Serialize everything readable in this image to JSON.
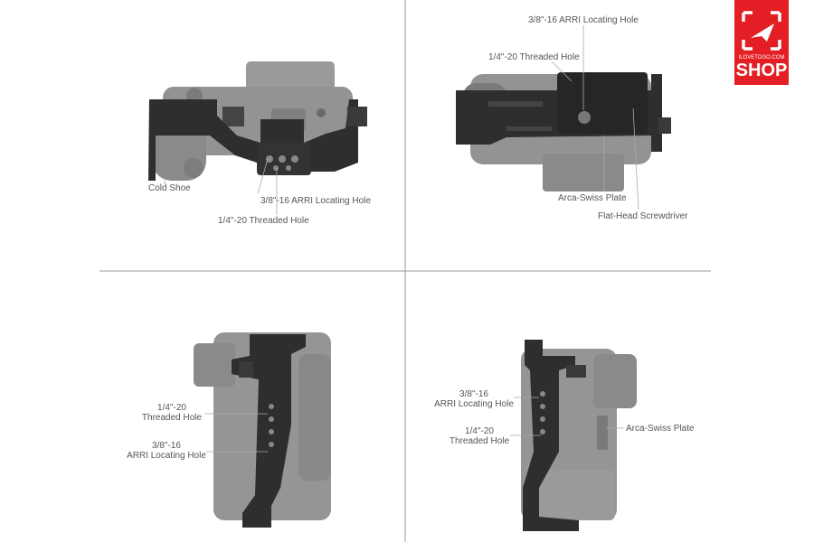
{
  "brand": {
    "tagline": "ILOVETOGO.COM",
    "name": "SHOP",
    "color": "#e31e24"
  },
  "colors": {
    "camera_body": "#8f8f8f",
    "camera_dark": "#6f6f6f",
    "cage_metal": "#2e2e2e",
    "label_text": "#555555",
    "leader_line": "#aaaaaa",
    "divider": "#999999"
  },
  "panels": {
    "top_left": {
      "labels": {
        "cold_shoe": "Cold Shoe",
        "arri_hole": "3/8\"-16 ARRI Locating Hole",
        "threaded_hole": "1/4\"-20 Threaded Hole"
      }
    },
    "top_right": {
      "labels": {
        "arri_hole": "3/8\"-16 ARRI Locating Hole",
        "threaded_hole": "1/4\"-20 Threaded Hole",
        "arca_plate": "Arca-Swiss Plate",
        "screwdriver": "Flat-Head Screwdriver"
      }
    },
    "bottom_left": {
      "labels": {
        "threaded_hole_line1": "1/4\"-20",
        "threaded_hole_line2": "Threaded Hole",
        "arri_hole_line1": "3/8\"-16",
        "arri_hole_line2": "ARRI Locating Hole"
      }
    },
    "bottom_right": {
      "labels": {
        "arri_hole_line1": "3/8\"-16",
        "arri_hole_line2": "ARRI Locating Hole",
        "threaded_hole_line1": "1/4\"-20",
        "threaded_hole_line2": "Threaded Hole",
        "arca_plate": "Arca-Swiss Plate"
      }
    }
  }
}
